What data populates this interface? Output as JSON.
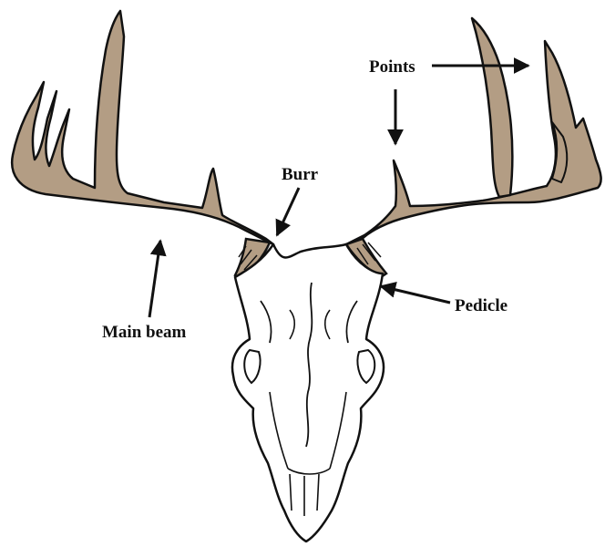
{
  "labels": {
    "points": "Points",
    "burr": "Burr",
    "pedicle": "Pedicle",
    "main_beam": "Main beam"
  },
  "colors": {
    "antler": "#b39d84",
    "outline": "#111111",
    "background": "#ffffff"
  }
}
